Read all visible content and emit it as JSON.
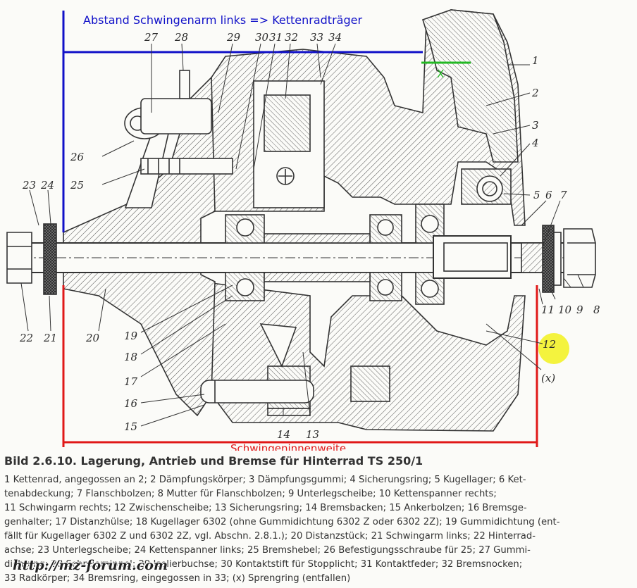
{
  "annotations": {
    "top_label": "Abstand Schwingenarm links => Kettenradträger",
    "bottom_label": "Schwingeninnenweite",
    "x_label": "X",
    "colors": {
      "blue": "#1010c8",
      "red": "#e01818",
      "green": "#22b822",
      "highlight": "#f2f000"
    }
  },
  "part_numbers": {
    "n1": "1",
    "n2": "2",
    "n3": "3",
    "n4": "4",
    "n5": "5",
    "n6": "6",
    "n7": "7",
    "n8": "8",
    "n9": "9",
    "n10": "10",
    "n11": "11",
    "n12": "12",
    "n13": "13",
    "n14": "14",
    "n15": "15",
    "n16": "16",
    "n17": "17",
    "n18": "18",
    "n19": "19",
    "n20": "20",
    "n21": "21",
    "n22": "22",
    "n23": "23",
    "n24": "24",
    "n25": "25",
    "n26": "26",
    "n27": "27",
    "n28": "28",
    "n29": "29",
    "n30": "30",
    "n31": "31",
    "n32": "32",
    "n33": "33",
    "n34": "34",
    "nx": "(x)"
  },
  "caption": "Bild 2.6.10. Lagerung, Antrieb und Bremse für Hinterrad TS 250/1",
  "legend_lines": [
    "1 Kettenrad, angegossen an 2; 2 Dämpfungskörper; 3 Dämpfungsgummi; 4 Sicherungsring; 5 Kugellager; 6 Ket-",
    "tenabdeckung; 7 Flanschbolzen; 8 Mutter für Flanschbolzen; 9 Unterlegscheibe; 10 Kettenspanner rechts;",
    "11 Schwingarm rechts; 12 Zwischenscheibe; 13 Sicherungsring; 14 Bremsbacken; 15 Ankerbolzen; 16 Bremsge-",
    "genhalter; 17 Distanzhülse; 18 Kugellager 6302 (ohne Gummidichtung 6302 Z oder 6302 2Z); 19 Gummidichtung (ent-",
    "fällt für Kugellager 6302 Z und 6302 2Z, vgl. Abschn. 2.8.1.); 20 Distanzstück; 21 Schwingarm links; 22 Hinterrad-",
    "achse; 23 Unterlegscheibe; 24 Kettenspanner links; 25 Bremshebel; 26 Befestigungsschraube für 25; 27 Gummi-",
    "dichtung; 28 Schmiernippel; 29 Isolierbuchse; 30 Kontaktstift für Stopplicht; 31 Kontaktfeder; 32 Bremsnocken;",
    "33 Radkörper; 34 Bremsring, eingegossen in 33; (x) Sprengring (entfallen)"
  ],
  "watermark": "http://mz-forum.com"
}
